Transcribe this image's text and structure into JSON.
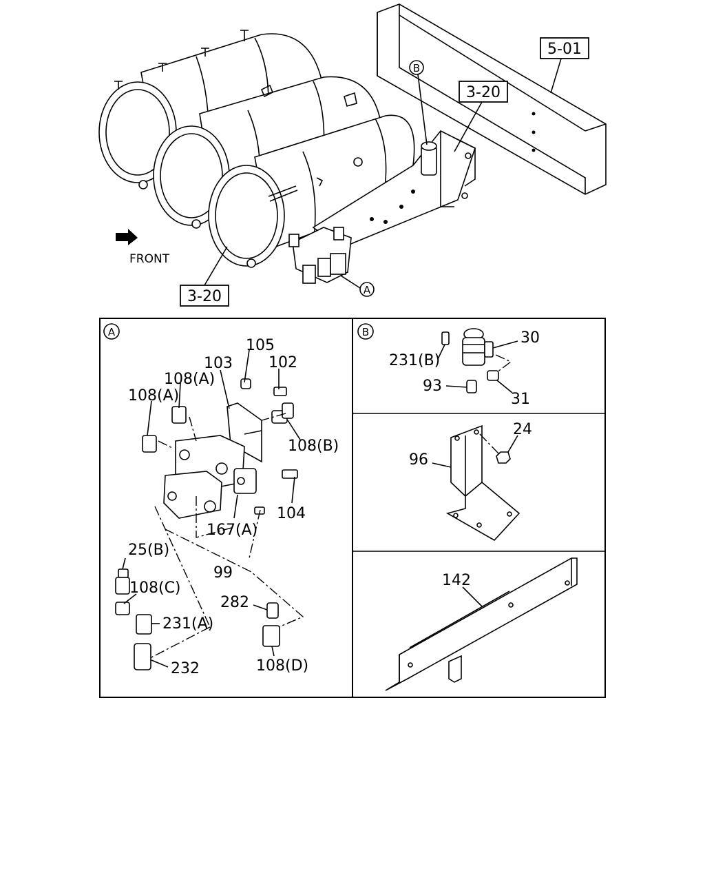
{
  "overview": {
    "front_label": "FRONT",
    "ref_frame": "5-01",
    "ref_tank": "3-20",
    "ref_bracket": "3-20",
    "callout_a": "A",
    "callout_b": "B"
  },
  "panel_a": {
    "marker": "A",
    "labels": [
      "105",
      "103",
      "102",
      "108(A)",
      "108(A)",
      "108(B)",
      "104",
      "167(A)",
      "99",
      "25(B)",
      "108(C)",
      "231(A)",
      "282",
      "232",
      "108(D)"
    ]
  },
  "panel_b": {
    "marker": "B",
    "labels": [
      "30",
      "231(B)",
      "93",
      "31"
    ]
  },
  "panel_bracket": {
    "labels": [
      "24",
      "96"
    ]
  },
  "panel_plate": {
    "labels": [
      "142"
    ]
  }
}
